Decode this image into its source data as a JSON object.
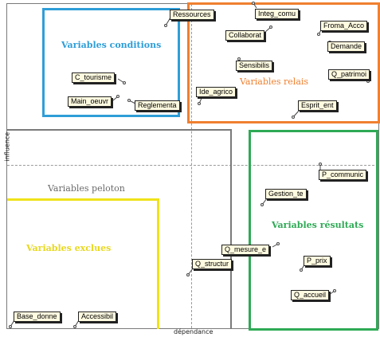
{
  "axes": {
    "x_title": "dépendance",
    "y_title": "influence"
  },
  "zones": {
    "conditions": "Variables conditions",
    "relais": "Variables relais",
    "resultats": "Variables résultats",
    "peloton": "Variables peloton",
    "exclues": "Variables exclues"
  },
  "colors": {
    "conditions": "#2f9ed8",
    "relais": "#f08030",
    "resultats": "#2eaa55",
    "peloton": "#7a7a7a",
    "exclues": "#f0e21a",
    "label_bg": "#fffbe0"
  },
  "variables": [
    "Ressources",
    "Integ_comu",
    "Froma_Acco",
    "Collaborat",
    "Demande",
    "Sensibilis",
    "C_tourisme",
    "Q_patrimoi",
    "Ide_agrico",
    "Main_oeuvr",
    "Reglementa",
    "Esprit_ent",
    "P_communic",
    "Gestion_te",
    "Q_mesure_e",
    "P_prix",
    "Q_structur",
    "Q_accueil",
    "Base_donne",
    "Accessibil"
  ]
}
